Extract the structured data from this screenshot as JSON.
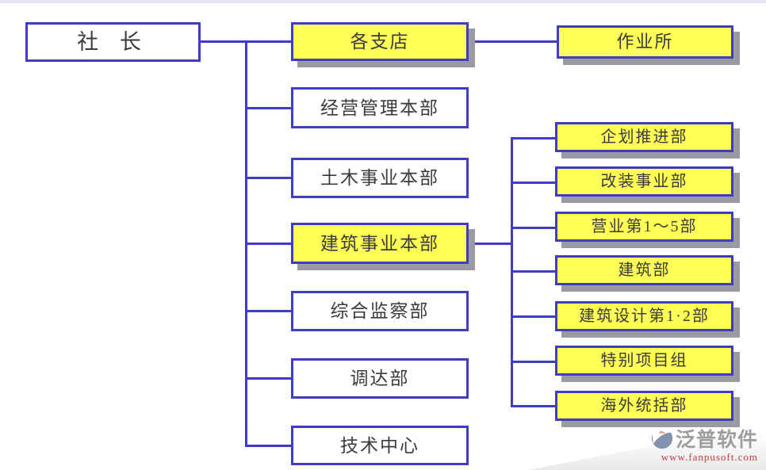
{
  "org": {
    "president": {
      "label": "社 长"
    },
    "divisions": [
      {
        "label": "各支店",
        "highlight": true
      },
      {
        "label": "经营管理本部",
        "highlight": false
      },
      {
        "label": "土木事业本部",
        "highlight": false
      },
      {
        "label": "建筑事业本部",
        "highlight": true
      },
      {
        "label": "综合监察部",
        "highlight": false
      },
      {
        "label": "调达部",
        "highlight": false
      },
      {
        "label": "技术中心",
        "highlight": false
      }
    ],
    "worksite": {
      "label": "作业所"
    },
    "construction_departments": [
      {
        "label": "企划推进部"
      },
      {
        "label": "改装事业部"
      },
      {
        "label": "营业第1～5部"
      },
      {
        "label": "建筑部"
      },
      {
        "label": "建筑设计第1·2部"
      },
      {
        "label": "特别项目组"
      },
      {
        "label": "海外统括部"
      }
    ]
  },
  "watermark": {
    "brand": "泛普软件",
    "url": "www.fanpusoft.com"
  },
  "colors": {
    "line_blue": "#403dc2",
    "highlight_yellow": "#ffff55",
    "shadow_gray": "#9a9aa2",
    "text": "#3b3b3b",
    "brand_gray": "#9e9e9e",
    "url_red": "#c23b3b"
  }
}
